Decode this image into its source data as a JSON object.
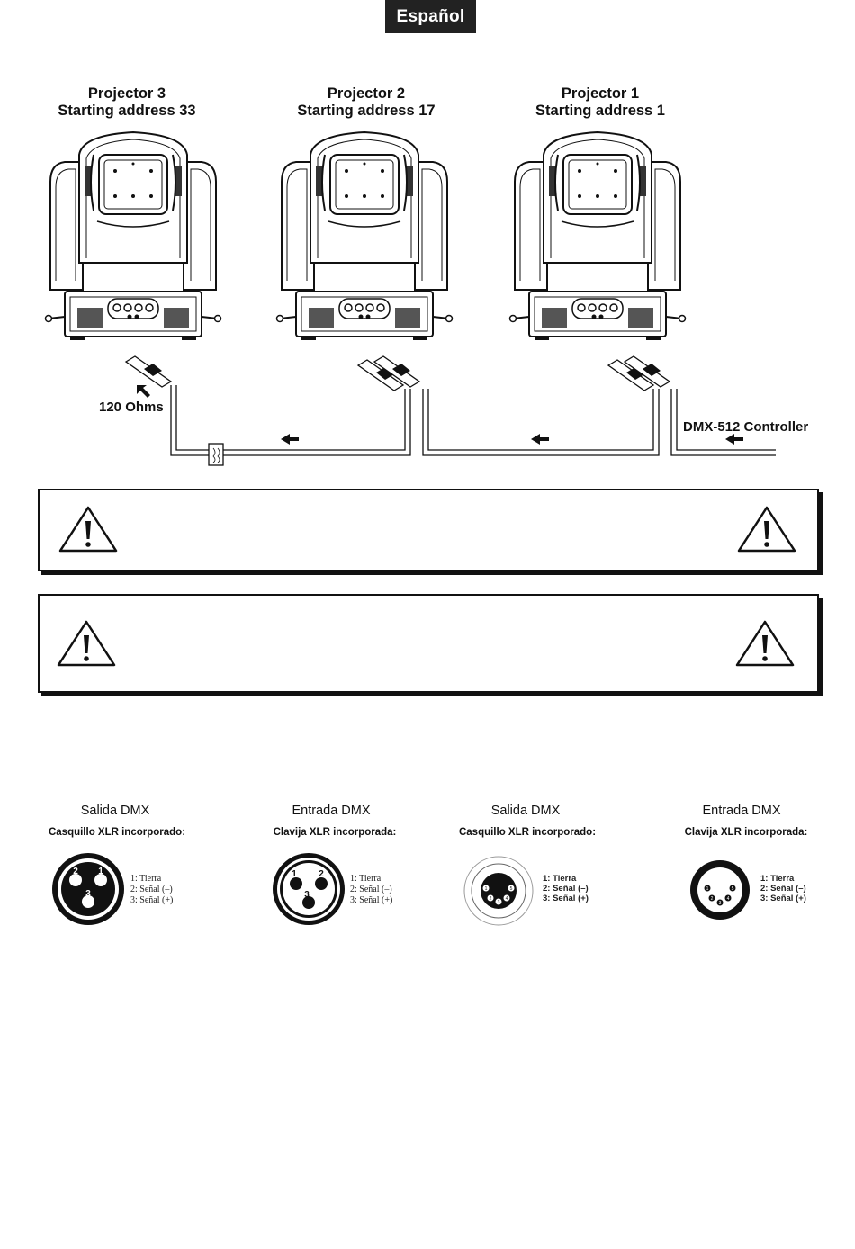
{
  "language_badge": "Español",
  "projectors": [
    {
      "name": "Projector 3",
      "address": "Starting address 33"
    },
    {
      "name": "Projector 2",
      "address": "Starting address 17"
    },
    {
      "name": "Projector 1",
      "address": "Starting address 1"
    }
  ],
  "terminator_label": "120 Ohms",
  "controller_label": "DMX-512 Controller",
  "connectors": [
    {
      "title": "Salida DMX",
      "subtitle": "Casquillo XLR incorporado:",
      "pins": [
        "1: Tierra",
        "2: Señal (–)",
        "3: Señal (+)"
      ],
      "numbers": [
        "2",
        "1",
        "3"
      ]
    },
    {
      "title": "Entrada DMX",
      "subtitle": "Clavija XLR incorporada:",
      "pins": [
        "1: Tierra",
        "2: Señal (–)",
        "3: Señal (+)"
      ],
      "numbers": [
        "1",
        "2",
        "3"
      ]
    },
    {
      "title": "Salida DMX",
      "subtitle": "Casquillo XLR incorporado:",
      "pins": [
        "1: Tierra",
        "2: Señal (–)",
        "3: Señal (+)"
      ],
      "numbers": [
        "1",
        "2",
        "3",
        "4",
        "5"
      ]
    },
    {
      "title": "Entrada DMX",
      "subtitle": "Clavija XLR incorporada:",
      "pins": [
        "1: Tierra",
        "2: Señal (–)",
        "3: Señal (+)"
      ],
      "numbers": [
        "1",
        "2",
        "3",
        "4",
        "5"
      ]
    }
  ]
}
